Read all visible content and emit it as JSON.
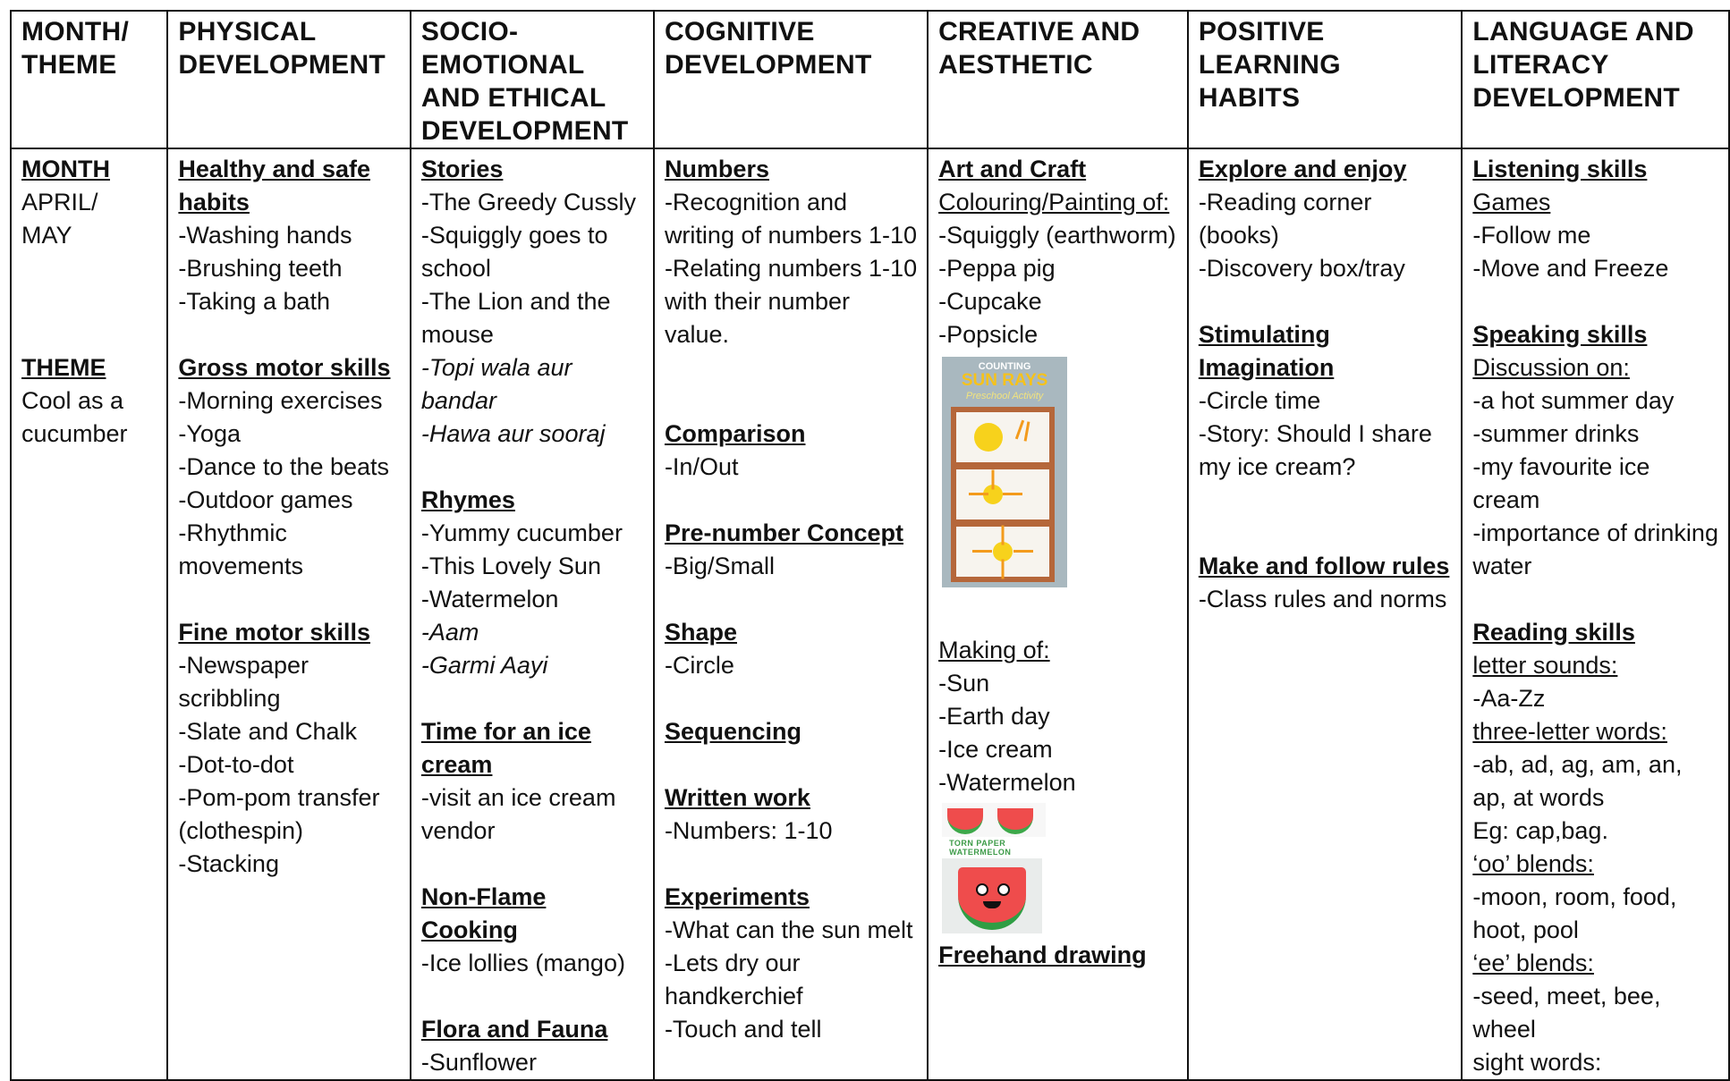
{
  "headers": [
    "MONTH/\nTHEME",
    "PHYSICAL\nDEVELOPMENT",
    "SOCIO-\nEMOTIONAL\nAND ETHICAL\nDEVELOPMENT",
    "COGNITIVE\nDEVELOPMENT",
    "CREATIVE AND\nAESTHETIC",
    "POSITIVE\nLEARNING\nHABITS",
    "LANGUAGE AND\nLITERACY\nDEVELOPMENT"
  ],
  "month_theme": [
    {
      "t": "MONTH",
      "s": "b"
    },
    {
      "t": "APRIL/",
      "s": ""
    },
    {
      "t": "MAY",
      "s": ""
    },
    {
      "t": "",
      "s": ""
    },
    {
      "t": "",
      "s": ""
    },
    {
      "t": "",
      "s": ""
    },
    {
      "t": "THEME",
      "s": "b"
    },
    {
      "t": "Cool as a",
      "s": ""
    },
    {
      "t": "cucumber",
      "s": ""
    }
  ],
  "physical": [
    {
      "t": "Healthy and safe",
      "s": "b"
    },
    {
      "t": "habits",
      "s": "b"
    },
    {
      "t": "-Washing hands",
      "s": ""
    },
    {
      "t": "-Brushing teeth",
      "s": ""
    },
    {
      "t": "-Taking a bath",
      "s": ""
    },
    {
      "t": "",
      "s": ""
    },
    {
      "t": "Gross motor skills",
      "s": "b"
    },
    {
      "t": "-Morning exercises",
      "s": ""
    },
    {
      "t": "-Yoga",
      "s": ""
    },
    {
      "t": "-Dance to the beats",
      "s": ""
    },
    {
      "t": "-Outdoor games",
      "s": ""
    },
    {
      "t": "-Rhythmic",
      "s": ""
    },
    {
      "t": "movements",
      "s": ""
    },
    {
      "t": "",
      "s": ""
    },
    {
      "t": "Fine motor skills",
      "s": "b"
    },
    {
      "t": "-Newspaper",
      "s": ""
    },
    {
      "t": "scribbling",
      "s": ""
    },
    {
      "t": "-Slate and Chalk",
      "s": ""
    },
    {
      "t": "-Dot-to-dot",
      "s": ""
    },
    {
      "t": "-Pom-pom transfer",
      "s": ""
    },
    {
      "t": " (clothespin)",
      "s": ""
    },
    {
      "t": "-Stacking",
      "s": ""
    }
  ],
  "socio": [
    {
      "t": "Stories",
      "s": "b"
    },
    {
      "t": "-The Greedy Cussly",
      "s": ""
    },
    {
      "t": "-Squiggly goes to",
      "s": ""
    },
    {
      "t": "school",
      "s": ""
    },
    {
      "t": "-The Lion and the",
      "s": ""
    },
    {
      "t": "mouse",
      "s": ""
    },
    {
      "t": "-Topi wala aur",
      "s": "i"
    },
    {
      "t": "bandar",
      "s": "i"
    },
    {
      "t": "-Hawa aur sooraj",
      "s": "i"
    },
    {
      "t": "",
      "s": ""
    },
    {
      "t": "Rhymes",
      "s": "b"
    },
    {
      "t": "-Yummy cucumber",
      "s": ""
    },
    {
      "t": "-This Lovely Sun",
      "s": ""
    },
    {
      "t": "-Watermelon",
      "s": ""
    },
    {
      "t": "-Aam",
      "s": "i"
    },
    {
      "t": "-Garmi Aayi",
      "s": "i"
    },
    {
      "t": "",
      "s": ""
    },
    {
      "t": "Time for an ice",
      "s": "b"
    },
    {
      "t": "cream",
      "s": "b"
    },
    {
      "t": "-visit an ice cream",
      "s": ""
    },
    {
      "t": "vendor",
      "s": ""
    },
    {
      "t": "",
      "s": ""
    },
    {
      "t": "Non-Flame",
      "s": "b"
    },
    {
      "t": "Cooking",
      "s": "b"
    },
    {
      "t": "-Ice lollies (mango)",
      "s": ""
    },
    {
      "t": "",
      "s": ""
    },
    {
      "t": "Flora and Fauna",
      "s": "b"
    },
    {
      "t": "-Sunflower",
      "s": ""
    }
  ],
  "cognitive": [
    {
      "t": "Numbers",
      "s": "b"
    },
    {
      "t": "-Recognition and",
      "s": ""
    },
    {
      "t": "writing of numbers 1-10",
      "s": ""
    },
    {
      "t": "-Relating numbers 1-10",
      "s": ""
    },
    {
      "t": "with their number",
      "s": ""
    },
    {
      "t": "value.",
      "s": ""
    },
    {
      "t": "",
      "s": ""
    },
    {
      "t": "",
      "s": ""
    },
    {
      "t": "Comparison",
      "s": "b"
    },
    {
      "t": "-In/Out",
      "s": ""
    },
    {
      "t": "",
      "s": ""
    },
    {
      "t": "Pre-number Concept",
      "s": "b"
    },
    {
      "t": "-Big/Small",
      "s": ""
    },
    {
      "t": "",
      "s": ""
    },
    {
      "t": "Shape",
      "s": "b"
    },
    {
      "t": "-Circle",
      "s": ""
    },
    {
      "t": "",
      "s": ""
    },
    {
      "t": "Sequencing",
      "s": "b"
    },
    {
      "t": "",
      "s": ""
    },
    {
      "t": "Written work",
      "s": "b"
    },
    {
      "t": "-Numbers: 1-10",
      "s": ""
    },
    {
      "t": "",
      "s": ""
    },
    {
      "t": "Experiments",
      "s": "b"
    },
    {
      "t": "-What can the sun melt",
      "s": ""
    },
    {
      "t": "-Lets dry our",
      "s": ""
    },
    {
      "t": "handkerchief",
      "s": ""
    },
    {
      "t": "-Touch and tell",
      "s": ""
    }
  ],
  "creative": {
    "top": [
      {
        "t": "Art and Craft",
        "s": "b"
      },
      {
        "t": "Colouring/Painting of:",
        "s": "u"
      },
      {
        "t": "-Squiggly (earthworm)",
        "s": ""
      },
      {
        "t": "-Peppa pig",
        "s": ""
      },
      {
        "t": "-Cupcake",
        "s": ""
      },
      {
        "t": "-Popsicle",
        "s": ""
      }
    ],
    "sun_picture": {
      "line1": "COUNTING",
      "line2": "SUN RAYS",
      "line3": "Preschool Activity"
    },
    "middle": [
      {
        "t": "Making of:",
        "s": "u"
      },
      {
        "t": "-Sun",
        "s": ""
      },
      {
        "t": "-Earth day",
        "s": ""
      },
      {
        "t": "-Ice cream",
        "s": ""
      },
      {
        "t": "-Watermelon",
        "s": ""
      }
    ],
    "melon_caption": "TORN PAPER\nWATERMELON",
    "bottom": [
      {
        "t": "Freehand drawing",
        "s": "b"
      }
    ]
  },
  "habits": [
    {
      "t": "Explore and enjoy",
      "s": "b"
    },
    {
      "t": "-Reading corner",
      "s": ""
    },
    {
      "t": "(books)",
      "s": ""
    },
    {
      "t": "-Discovery box/tray",
      "s": ""
    },
    {
      "t": "",
      "s": ""
    },
    {
      "t": "Stimulating",
      "s": "b"
    },
    {
      "t": "Imagination",
      "s": "b"
    },
    {
      "t": "-Circle time",
      "s": ""
    },
    {
      "t": "-Story: Should I share",
      "s": ""
    },
    {
      "t": "my ice cream?",
      "s": ""
    },
    {
      "t": "",
      "s": ""
    },
    {
      "t": "",
      "s": ""
    },
    {
      "t": "Make and follow rules",
      "s": "b"
    },
    {
      "t": "-Class rules and norms",
      "s": ""
    }
  ],
  "language": [
    {
      "t": "Listening skills",
      "s": "b"
    },
    {
      "t": "Games",
      "s": "u"
    },
    {
      "t": "-Follow me",
      "s": ""
    },
    {
      "t": "-Move and Freeze",
      "s": ""
    },
    {
      "t": "",
      "s": ""
    },
    {
      "t": "Speaking skills",
      "s": "b"
    },
    {
      "t": " Discussion on:",
      "s": "u"
    },
    {
      "t": "-a hot summer day",
      "s": ""
    },
    {
      "t": "-summer drinks",
      "s": ""
    },
    {
      "t": "-my favourite ice",
      "s": ""
    },
    {
      "t": "cream",
      "s": ""
    },
    {
      "t": "-importance of drinking",
      "s": ""
    },
    {
      "t": "water",
      "s": ""
    },
    {
      "t": "",
      "s": ""
    },
    {
      "t": "Reading skills",
      "s": "b"
    },
    {
      "t": "letter sounds:",
      "s": "u"
    },
    {
      "t": "-Aa-Zz",
      "s": ""
    },
    {
      "t": "three-letter words:",
      "s": "u"
    },
    {
      "t": " -ab, ad, ag, am, an,",
      "s": ""
    },
    {
      "t": "ap, at words",
      "s": ""
    },
    {
      "t": "Eg: cap,bag.",
      "s": ""
    },
    {
      "t": "‘oo’ blends:",
      "s": "u"
    },
    {
      "t": "-moon, room, food,",
      "s": ""
    },
    {
      "t": "hoot, pool",
      "s": ""
    },
    {
      "t": " ‘ee’ blends:",
      "s": "u"
    },
    {
      "t": "-seed, meet, bee,",
      "s": ""
    },
    {
      "t": "wheel",
      "s": ""
    },
    {
      "t": "sight words:",
      "s": ""
    }
  ]
}
